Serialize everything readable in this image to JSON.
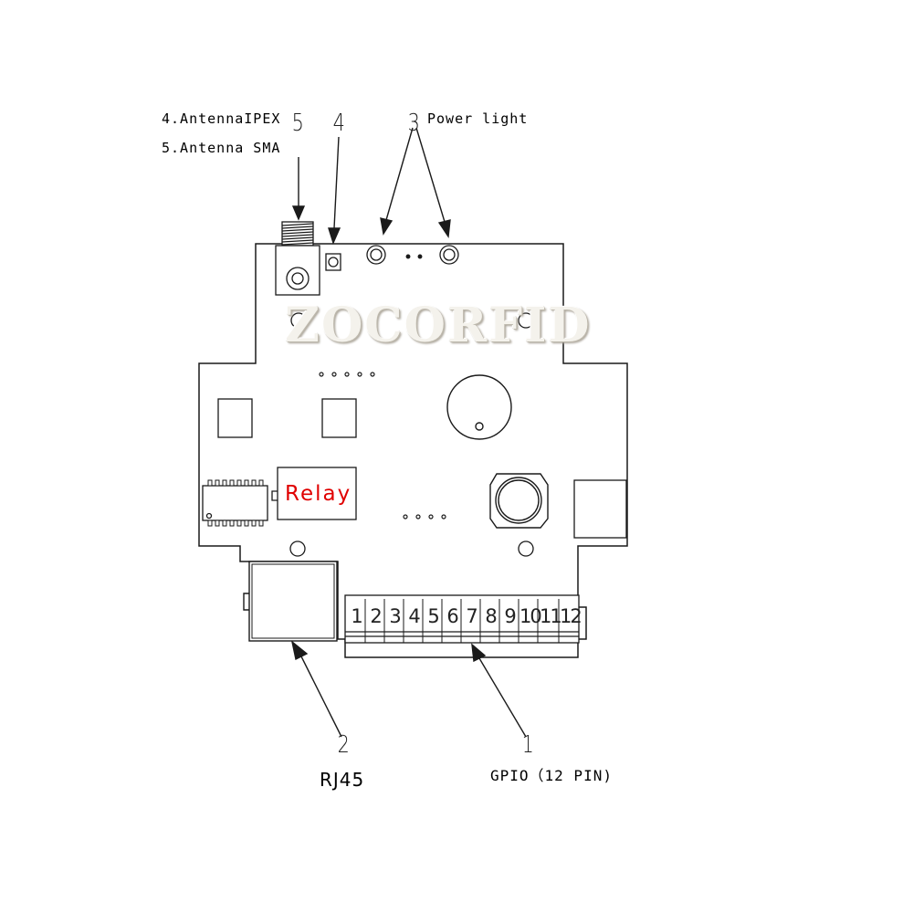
{
  "brand": {
    "watermark": "ZOCORFID"
  },
  "callouts": {
    "n1": "1",
    "n2": "2",
    "n3": "3",
    "n4": "4",
    "n5": "5"
  },
  "legend": {
    "antenna_ipex": "4.AntennaIPEX",
    "antenna_sma": "5.Antenna SMA",
    "power_light": "Power light"
  },
  "components": {
    "relay": "Relay",
    "rj45": "RJ45",
    "gpio": "GPIO（12 PIN)"
  },
  "gpio_pins": [
    "1",
    "2",
    "3",
    "4",
    "5",
    "6",
    "7",
    "8",
    "9",
    "10",
    "11",
    "12"
  ],
  "colors": {
    "relay_text": "#e00000",
    "line": "#1a1a1a"
  }
}
